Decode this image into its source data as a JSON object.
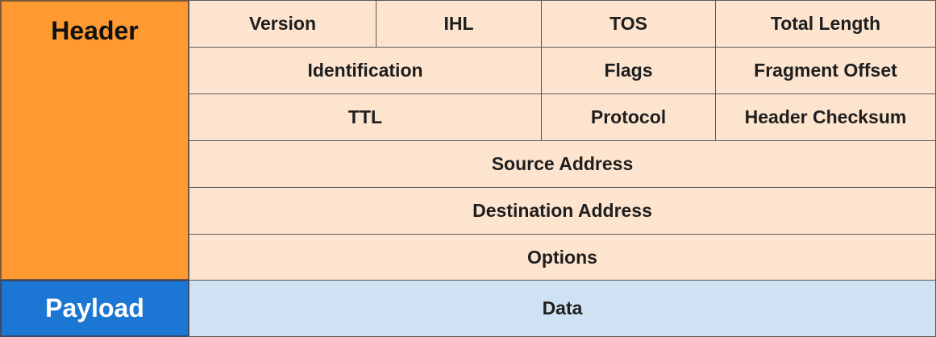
{
  "sections": {
    "header_label": "Header",
    "payload_label": "Payload"
  },
  "fields": {
    "version": "Version",
    "ihl": "IHL",
    "tos": "TOS",
    "total_length": "Total Length",
    "identification": "Identification",
    "flags": "Flags",
    "fragment_offset": "Fragment Offset",
    "ttl": "TTL",
    "protocol": "Protocol",
    "header_checksum": "Header Checksum",
    "source_address": "Source Address",
    "destination_address": "Destination Address",
    "options": "Options",
    "data": "Data"
  },
  "colors": {
    "header_section": "#fe9a31",
    "payload_section": "#1c76d3",
    "header_field": "#fde4cf",
    "payload_field": "#cfe2f3"
  }
}
